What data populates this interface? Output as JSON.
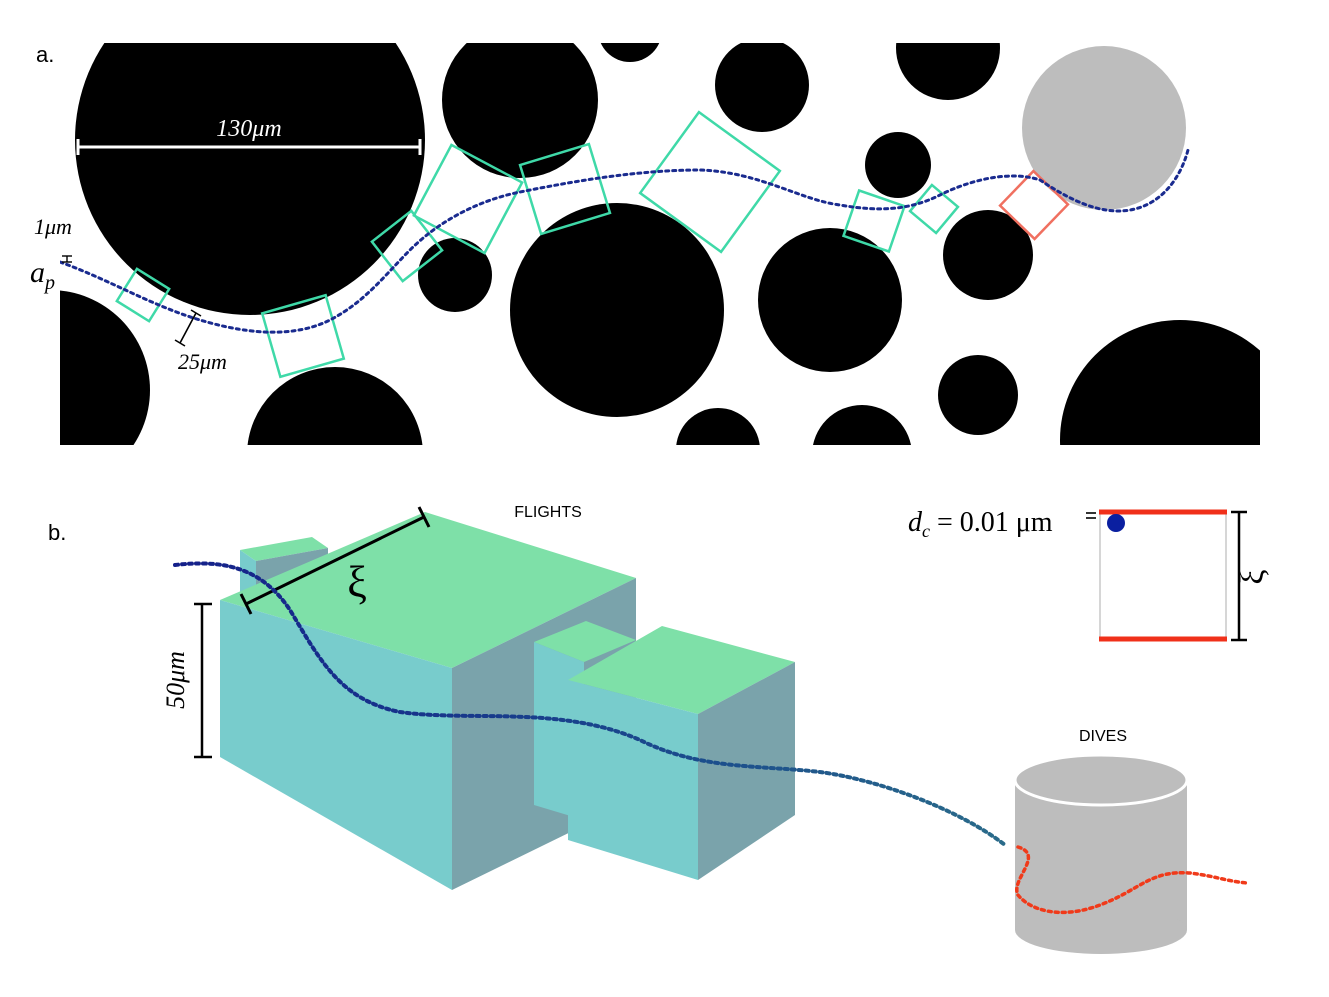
{
  "panel_a": {
    "label": "a.",
    "scale_130": "130μm",
    "scale_25": "25μm",
    "scale_1": "1μm",
    "particle_symbol": "a",
    "particle_subscript": "p"
  },
  "panel_b": {
    "label": "b.",
    "flights": "FLIGHTS",
    "dives": "DIVES",
    "xi_block": "ξ",
    "height_50": "50μm",
    "dc_symbol": "d",
    "dc_subscript": "c",
    "dc_value": " = 0.01 μm",
    "xi_inset": "ξ"
  },
  "colors": {
    "grain": "#000000",
    "highlighted_grain": "#bdbdbd",
    "flight_box": "#3fd9a8",
    "dive_box": "#f07060",
    "trajectory": "#1a2b8f",
    "block_top": "#7ee0a8",
    "block_side": "#78cccc",
    "block_shade": "#7aa3ab",
    "cylinder": "#bdbdbd",
    "dive_path": "#f03a1a",
    "inset_red": "#f0301a",
    "inset_dot": "#0a1fa0"
  }
}
